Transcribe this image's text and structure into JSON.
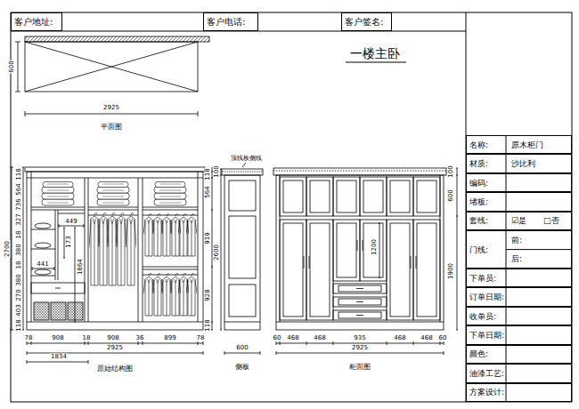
{
  "diagram": {
    "title": "一楼主卧",
    "nodes": [
      {
        "text": [
          "客户地址:"
        ]
      },
      {
        "text": [
          "客户电话:"
        ]
      },
      {
        "text": [
          "客户签名:"
        ]
      },
      {
        "text": [
          "名称:",
          "原木柜门"
        ]
      },
      {
        "text": [
          "材质:",
          "沙比利"
        ]
      },
      {
        "text": [
          "编码:"
        ]
      },
      {
        "text": [
          "堵板:"
        ]
      },
      {
        "text": [
          "套线:",
          "☑是",
          "□否"
        ]
      },
      {
        "text": [
          "门线:",
          "前:",
          "后:"
        ]
      },
      {
        "text": [
          "下单员:"
        ]
      },
      {
        "text": [
          "订单日期:"
        ]
      },
      {
        "text": [
          "收单员:"
        ]
      },
      {
        "text": [
          "下单日期:"
        ]
      },
      {
        "text": [
          "颜色:"
        ]
      },
      {
        "text": [
          "油漆工艺:"
        ]
      },
      {
        "text": [
          "方案设计:"
        ]
      }
    ],
    "labels": [
      "600",
      "2925",
      "平面图",
      "顶线板侧线",
      "2700",
      "118",
      "564",
      "736",
      "327",
      "18",
      "380",
      "18",
      "380",
      "270",
      "403",
      "118",
      "118",
      "564",
      "919",
      "928",
      "118",
      "449",
      "173",
      "441",
      "1864",
      "78",
      "908",
      "18",
      "908",
      "36",
      "899",
      "78",
      "2925",
      "1834",
      "原始结构图",
      "100",
      "2600",
      "600",
      "侧板",
      "100",
      "600",
      "1900",
      "1200",
      "60",
      "468",
      "468",
      "935",
      "468",
      "468",
      "60",
      "2925",
      "柜面图"
    ]
  }
}
